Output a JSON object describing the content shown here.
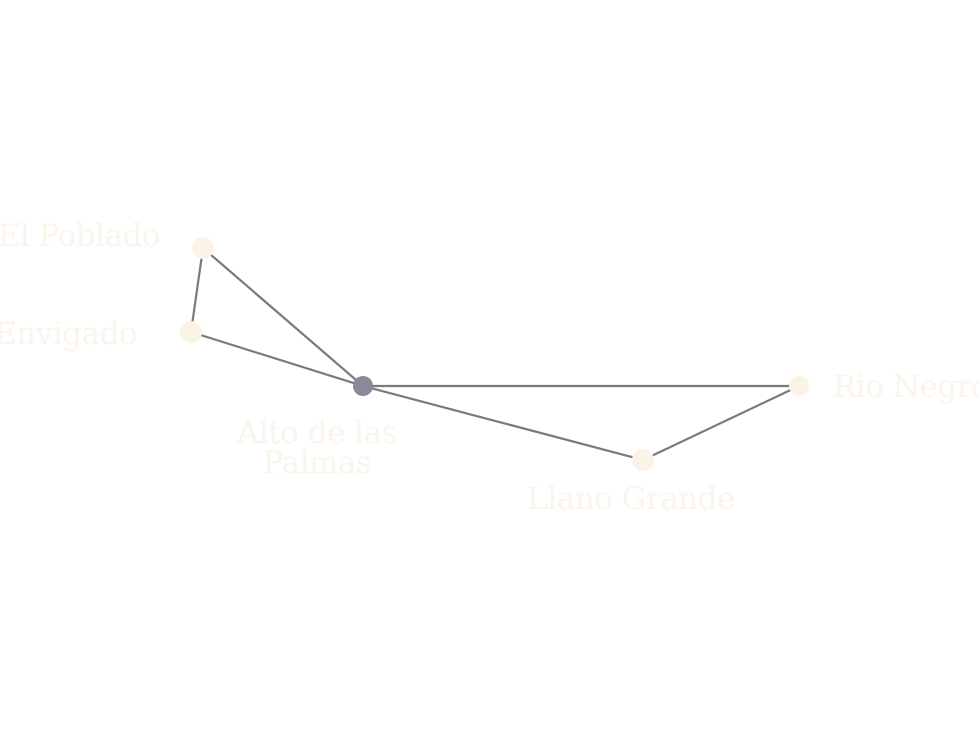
{
  "colors": {
    "edge": "#7a7a7a",
    "node": "#faf3e6",
    "hub_node": "#8a889a",
    "label": "#fbf4ea"
  },
  "nodes": [
    {
      "id": "el-poblado",
      "label": "El Poblado",
      "kind": "node"
    },
    {
      "id": "envigado",
      "label": "Envigado",
      "kind": "node"
    },
    {
      "id": "alto-de-las-palmas",
      "label": "Alto de las Palmas",
      "label_lines": [
        "Alto de las",
        "Palmas"
      ],
      "kind": "hub"
    },
    {
      "id": "rio-negro",
      "label": "Rio Negro",
      "kind": "node"
    },
    {
      "id": "llano-grande",
      "label": "Llano Grande",
      "kind": "node"
    }
  ],
  "edges": [
    {
      "from": "el-poblado",
      "to": "envigado"
    },
    {
      "from": "el-poblado",
      "to": "alto-de-las-palmas"
    },
    {
      "from": "envigado",
      "to": "alto-de-las-palmas"
    },
    {
      "from": "alto-de-las-palmas",
      "to": "rio-negro"
    },
    {
      "from": "alto-de-las-palmas",
      "to": "llano-grande"
    },
    {
      "from": "llano-grande",
      "to": "rio-negro"
    }
  ]
}
